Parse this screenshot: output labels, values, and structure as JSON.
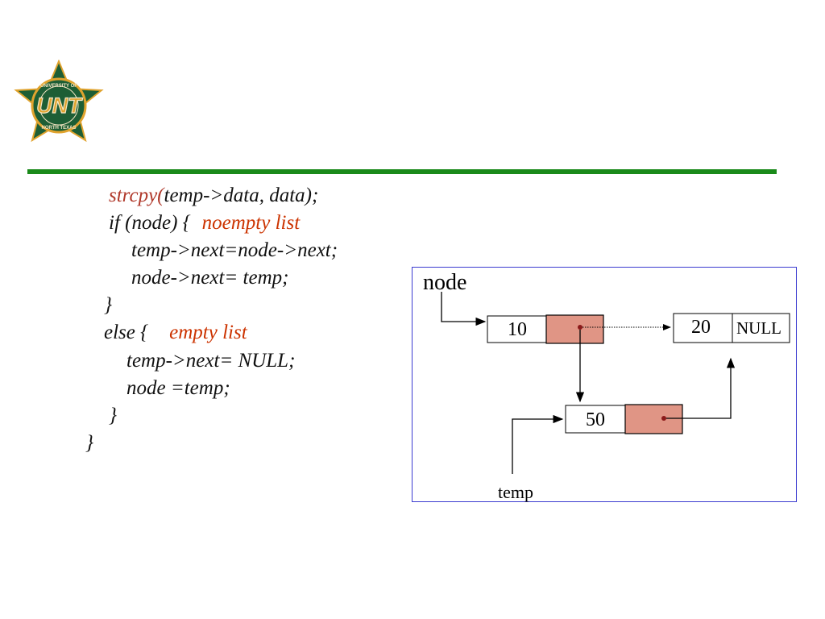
{
  "logo": {
    "text": "UNT",
    "ring_top": "UNIVERSITY OF",
    "ring_bottom": "NORTH TEXAS",
    "colors": {
      "green": "#1d5e35",
      "gold": "#e0a32e",
      "cream": "#f5e6c4"
    }
  },
  "code": {
    "line1_fn": "strcpy(",
    "line1_args": "temp->data, data);",
    "line2_code": "if (node) {",
    "line2_comment": "noempty list",
    "line3": "temp->next=node->next;",
    "line4": "node->next= temp;",
    "line5": "}",
    "line6_code": "else {",
    "line6_comment": "empty list",
    "line7": "temp->next= NULL;",
    "line8": "node =temp;",
    "line9": "}",
    "line10": "}"
  },
  "diagram": {
    "node_label": "node",
    "temp_label": "temp",
    "node1_value": "10",
    "node2_value": "20",
    "node2_next": "NULL",
    "new_node_value": "50",
    "colors": {
      "pointer_cell": "#e09585",
      "border": "#3b3bd0"
    }
  }
}
